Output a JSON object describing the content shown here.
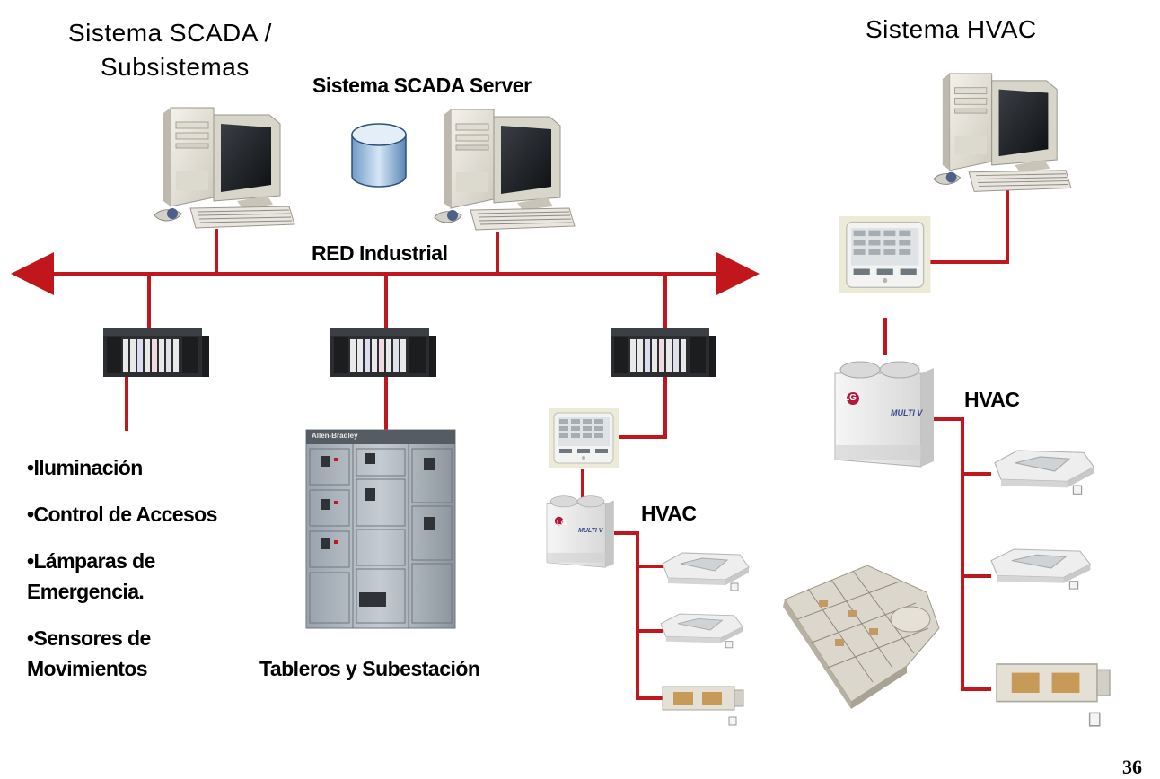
{
  "titles": {
    "scada_line1": "Sistema  SCADA /",
    "scada_line2": "Subsistemas",
    "hvac_system": "Sistema  HVAC"
  },
  "labels": {
    "scada_server": "Sistema SCADA Server",
    "red_industrial": "RED Industrial",
    "tableros": "Tableros y Subestación",
    "hvac_left": "HVAC",
    "hvac_right": "HVAC"
  },
  "subsystems": [
    "•Iluminación",
    "•Control de Accesos",
    "•Lámparas de",
    "Emergencia.",
    "•Sensores de",
    "Movimientos"
  ],
  "device_text": {
    "panel_brand": "Allen-Bradley",
    "lg_logo": "LG",
    "multiv_brand": "MULTI V"
  },
  "page_number": "36",
  "colors": {
    "network_line": "#c0161c",
    "background": "#ffffff"
  }
}
